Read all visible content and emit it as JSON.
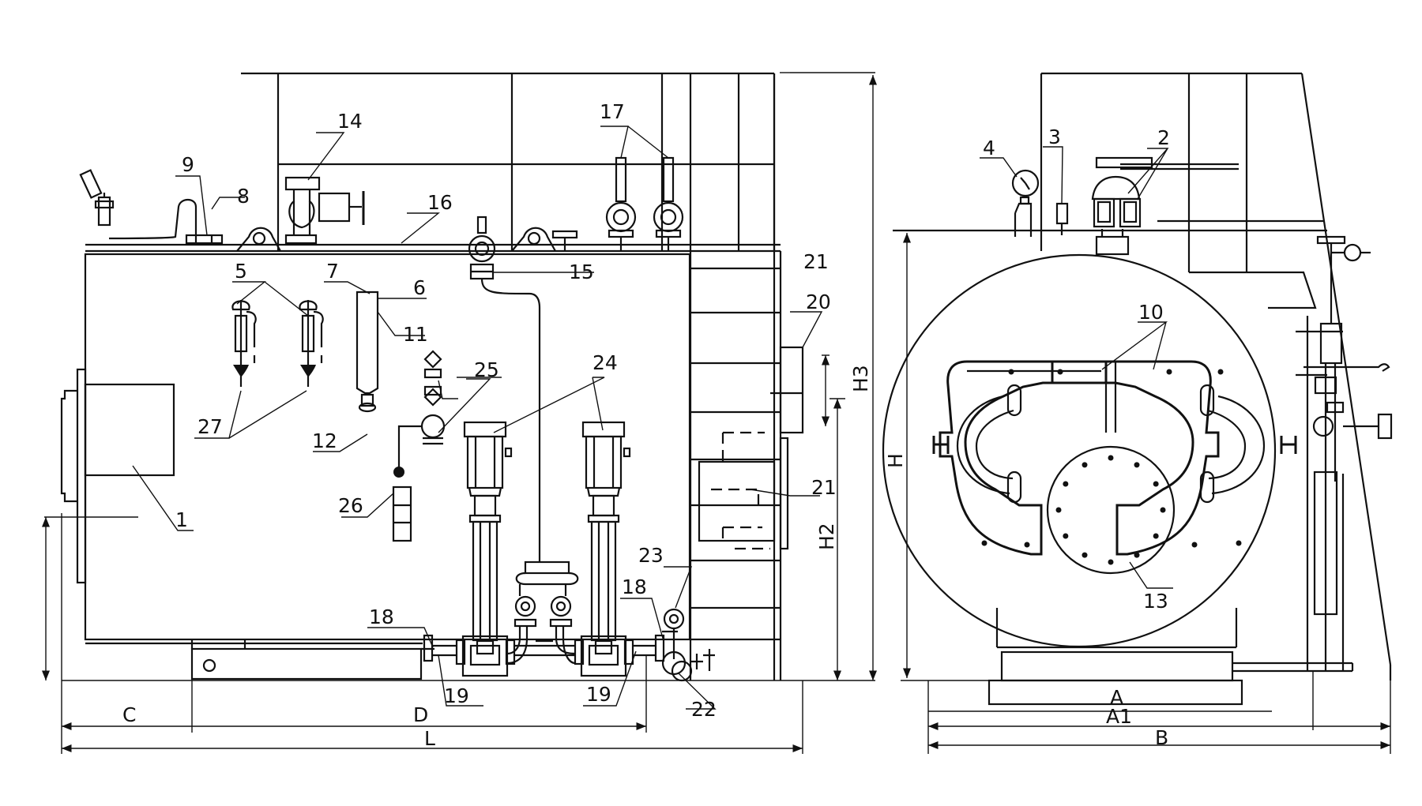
{
  "labels": {
    "n1": "1",
    "n2": "2",
    "n3": "3",
    "n4": "4",
    "n5": "5",
    "n6": "6",
    "n7": "7",
    "n8": "8",
    "n9": "9",
    "n10": "10",
    "n11": "11",
    "n12": "12",
    "n13": "13",
    "n14": "14",
    "n15": "15",
    "n16": "16",
    "n17": "17",
    "n18": "18",
    "n19": "19",
    "n20": "20",
    "n21": "21",
    "n22": "22",
    "n23": "23",
    "n24": "24",
    "n25": "25",
    "n26": "26",
    "n27": "27"
  },
  "dimensions": {
    "C": "C",
    "D": "D",
    "L": "L",
    "H": "H",
    "H2": "H2",
    "H3": "H3",
    "A": "A",
    "A1": "A1",
    "B": "B"
  },
  "colors": {
    "line": "#111111",
    "background": "#ffffff"
  }
}
